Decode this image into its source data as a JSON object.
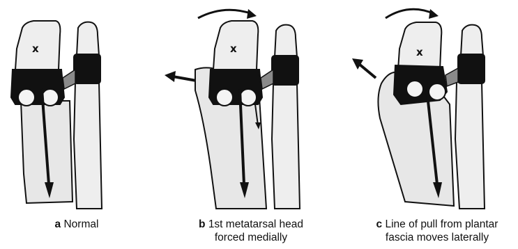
{
  "figure": {
    "panels": [
      {
        "id": "a",
        "letter": "a",
        "caption_line1": "Normal",
        "caption_line2": "",
        "joint_label": "x"
      },
      {
        "id": "b",
        "letter": "b",
        "caption_line1": "1st metatarsal head",
        "caption_line2": "forced medially",
        "joint_label": "x"
      },
      {
        "id": "c",
        "letter": "c",
        "caption_line1": "Line of pull from plantar",
        "caption_line2": "fascia moves laterally",
        "joint_label": "x"
      }
    ]
  }
}
